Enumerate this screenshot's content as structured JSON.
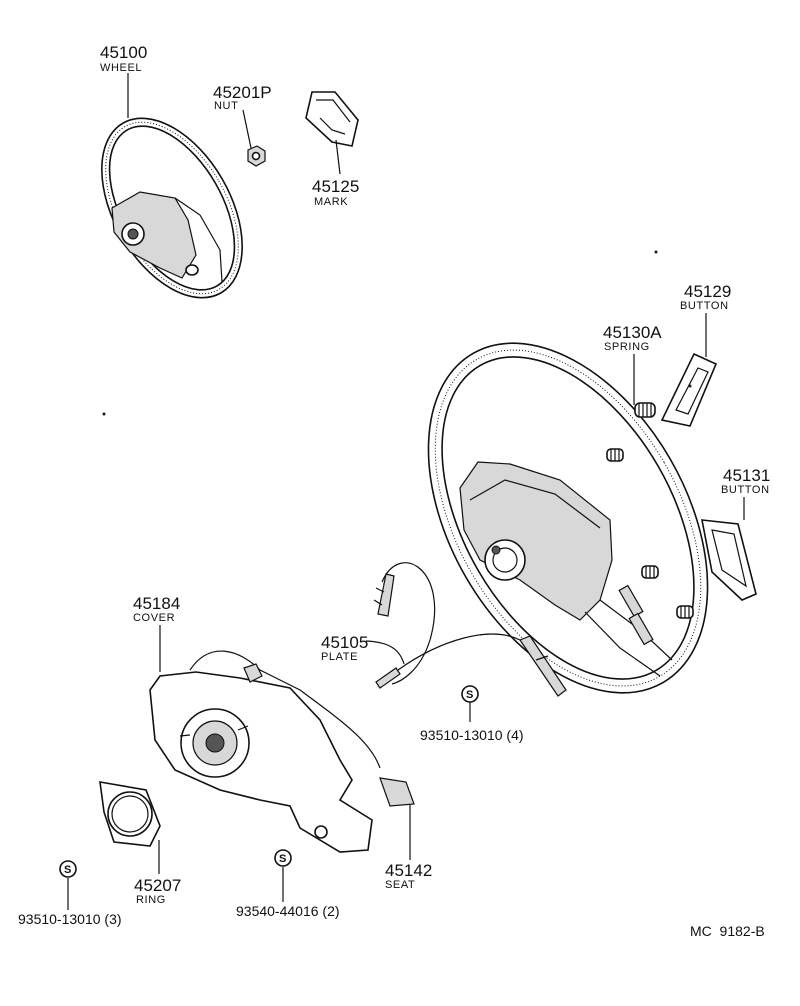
{
  "parts": [
    {
      "number": "45100",
      "name": "WHEEL"
    },
    {
      "number": "45201P",
      "name": "NUT"
    },
    {
      "number": "45125",
      "name": "MARK"
    },
    {
      "number": "45129",
      "name": "BUTTON"
    },
    {
      "number": "45130A",
      "name": "SPRING"
    },
    {
      "number": "45131",
      "name": "BUTTON"
    },
    {
      "number": "45184",
      "name": "COVER"
    },
    {
      "number": "45105",
      "name": "PLATE"
    },
    {
      "number": "45207",
      "name": "RING"
    },
    {
      "number": "45142",
      "name": "SEAT"
    }
  ],
  "fasteners": [
    {
      "symbol": "S",
      "number": "93510-13010 (4)"
    },
    {
      "symbol": "S",
      "number": "93540-44016 (2)"
    },
    {
      "symbol": "S",
      "number": "93510-13010 (3)"
    }
  ],
  "diagram_code": "MC  9182-B"
}
